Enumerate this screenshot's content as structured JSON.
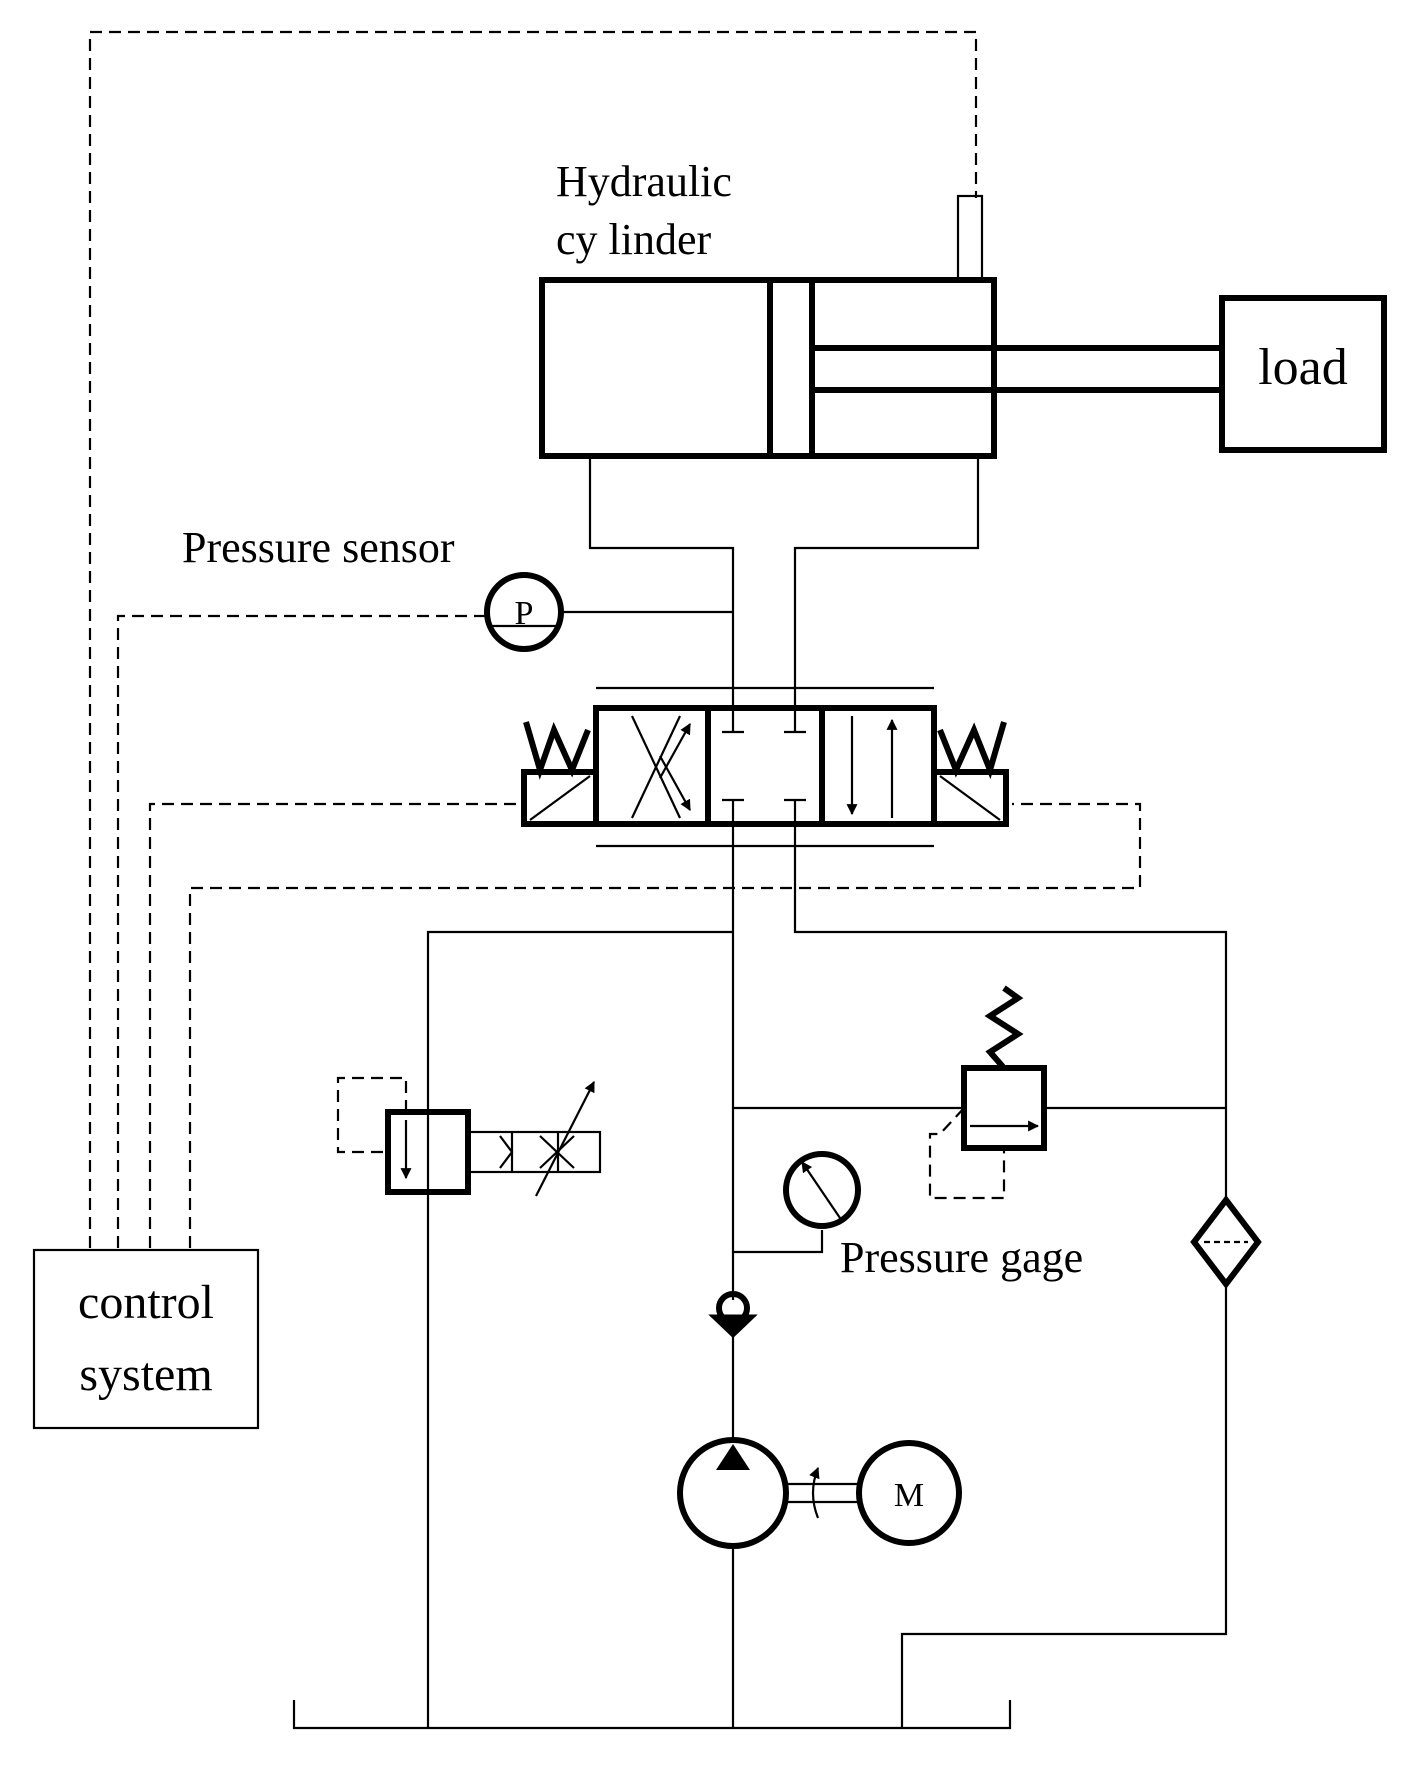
{
  "labels": {
    "cylinder_line1": "Hydraulic",
    "cylinder_line2": "cy linder",
    "load": "load",
    "pressure_sensor": "Pressure sensor",
    "sensor_symbol": "P",
    "pressure_gage": "Pressure gage",
    "control_line1": "control",
    "control_line2": "system",
    "motor_symbol": "M"
  }
}
